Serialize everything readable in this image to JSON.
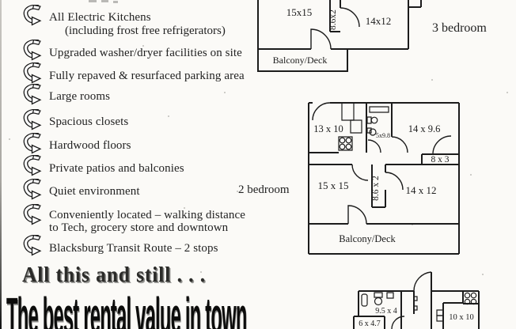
{
  "amenities": {
    "items": [
      {
        "label": "All Electric Kitchens",
        "sub": "(including frost free refrigerators)"
      },
      {
        "label": "Upgraded washer/dryer facilities on site"
      },
      {
        "label": "Fully repaved & resurfaced parking area"
      },
      {
        "label": "Large rooms"
      },
      {
        "label": "Spacious closets"
      },
      {
        "label": "Hardwood floors"
      },
      {
        "label": "Private patios and balconies"
      },
      {
        "label": "Quiet environment"
      },
      {
        "label": "Conveniently located – walking distance to Tech, grocery store and downtown"
      },
      {
        "label": "Blacksburg Transit Route – 2 stops"
      }
    ],
    "bullet_icon": "curved-arrow-icon",
    "ink_color": "#1c1c1c"
  },
  "tagline": {
    "line1": "All this and still . . .",
    "line2": "The best rental value in town"
  },
  "floorplans": {
    "three_bedroom": {
      "label": "3 bedroom",
      "room_left": "15x15",
      "hall": "8.6x2",
      "room_right": "14x12",
      "balcony": "Balcony/Deck"
    },
    "two_bedroom": {
      "label": "2 bedroom",
      "kitchen": "13 x 10",
      "bath": "5x9.8",
      "bed_right": "14 x 9.6",
      "closet": "8 x 3",
      "living": "15 x 15",
      "hall": "8.6 x 2",
      "bed_lower": "14 x 12",
      "balcony": "Balcony/Deck"
    },
    "lower_unit": {
      "bath": "9.5 x 4",
      "closet": "6 x 4.7",
      "room": "10 x 10"
    }
  }
}
